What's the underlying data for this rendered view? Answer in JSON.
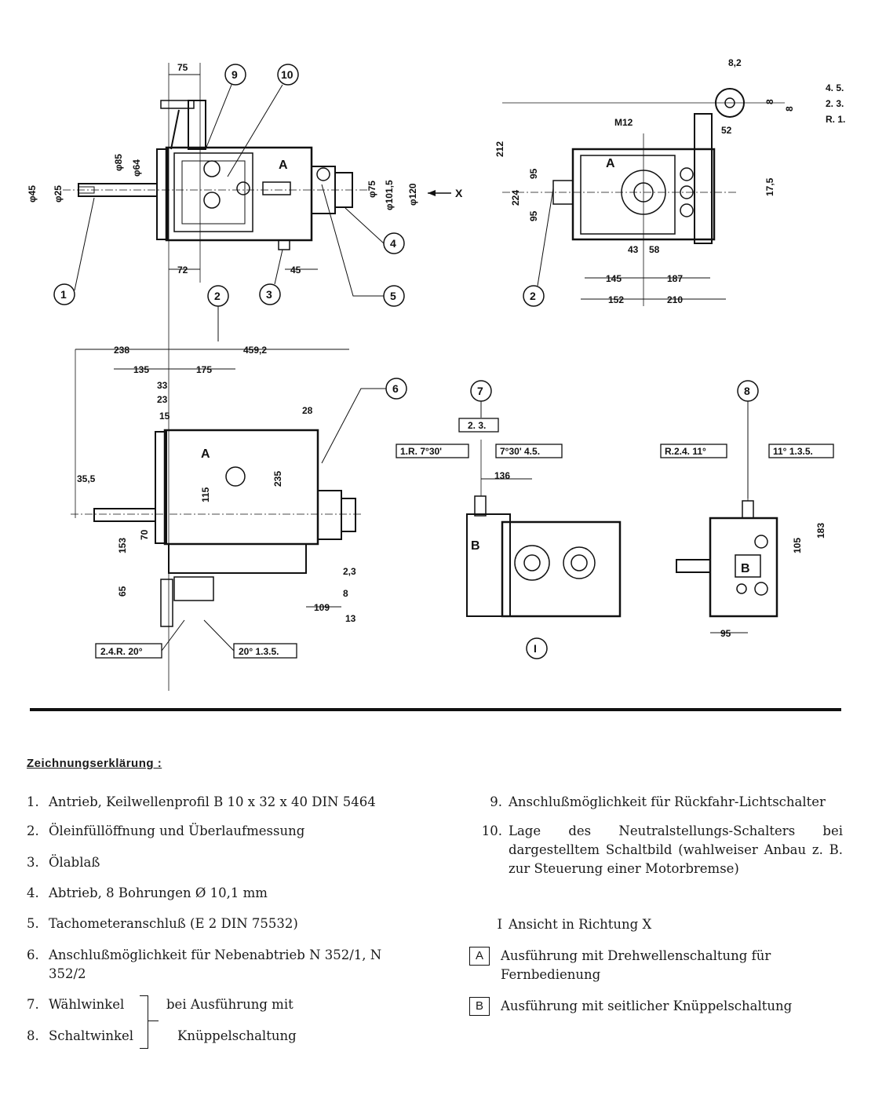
{
  "drawing": {
    "view_labels": {
      "a": "A",
      "b": "B",
      "x_arrow": "X",
      "roman_view": "I"
    },
    "callouts": [
      "1",
      "2",
      "3",
      "4",
      "5",
      "6",
      "7",
      "8",
      "9",
      "10"
    ],
    "dims_top_left": {
      "d75a": "75",
      "d45": "φ45",
      "d25": "φ25",
      "d85": "φ85",
      "d64": "φ64",
      "d75b": "φ75",
      "d101": "φ101,5",
      "d120": "φ120",
      "d72": "72",
      "d45b": "45"
    },
    "dims_top_right": {
      "d82": "8,2",
      "m12": "M12",
      "d212": "212",
      "d224": "224",
      "d95a": "95",
      "d95b": "95",
      "d8a": "8",
      "d8b": "8",
      "d52": "52",
      "d175": "17,5",
      "d43": "43",
      "d58": "58",
      "d145": "145",
      "d187": "187",
      "d152": "152",
      "d210": "210",
      "g1": "4. 5.",
      "g2": "2. 3.",
      "g3": "R. 1."
    },
    "dims_bottom_left": {
      "d238": "238",
      "d4592": "459,2",
      "d135": "135",
      "d175": "175",
      "d33": "33",
      "d23": "23",
      "d15": "15",
      "d28": "28",
      "d355": "35,5",
      "d235": "235",
      "d115": "115",
      "d70": "70",
      "d153": "153",
      "d65": "65",
      "d23b": "2,3",
      "d8": "8",
      "d109": "109",
      "d13": "13",
      "box1": "2.4.R. 20°",
      "box2": "20° 1.3.5."
    },
    "dims_bottom_mid": {
      "box23": "2. 3.",
      "box1r": "1.R.  7°30'",
      "box45": "7°30'  4.5.",
      "d136": "136"
    },
    "dims_bottom_right": {
      "boxr24": "R.2.4.  11°",
      "box135": "11°  1.3.5.",
      "d105": "105",
      "d183": "183",
      "d95": "95"
    }
  },
  "legend": {
    "title": "Zeichnungserklärung :",
    "left": [
      {
        "num": "1.",
        "text": "Antrieb, Keilwellenprofil B 10 x 32 x 40 DIN 5464"
      },
      {
        "num": "2.",
        "text": "Öleinfüllöffnung und Überlaufmessung"
      },
      {
        "num": "3.",
        "text": "Ölablaß"
      },
      {
        "num": "4.",
        "text": "Abtrieb, 8 Bohrungen Ø 10,1 mm"
      },
      {
        "num": "5.",
        "text": "Tachometeranschluß (E 2 DIN 75532)"
      },
      {
        "num": "6.",
        "text": "Anschlußmöglichkeit für Nebenabtrieb N 352/1, N 352/2"
      },
      {
        "num": "7.",
        "text": "Wählwinkel"
      },
      {
        "num": "8.",
        "text": "Schaltwinkel"
      }
    ],
    "brace_text_1": "bei Ausführung mit",
    "brace_text_2": "Knüppelschaltung",
    "right": [
      {
        "num": "9.",
        "text": "Anschlußmöglichkeit für Rückfahr-Lichtschalter"
      },
      {
        "num": "10.",
        "text": "Lage des Neutralstellungs-Schalters bei dargestelltem Schaltbild (wahlweiser Anbau z. B. zur Steuerung einer Motorbremse)"
      },
      {
        "num": "I",
        "text": "Ansicht in Richtung X"
      },
      {
        "num": "A",
        "text": "Ausführung mit Drehwellenschaltung für Fernbedienung"
      },
      {
        "num": "B",
        "text": "Ausführung mit seitlicher Knüppelschaltung"
      }
    ]
  }
}
